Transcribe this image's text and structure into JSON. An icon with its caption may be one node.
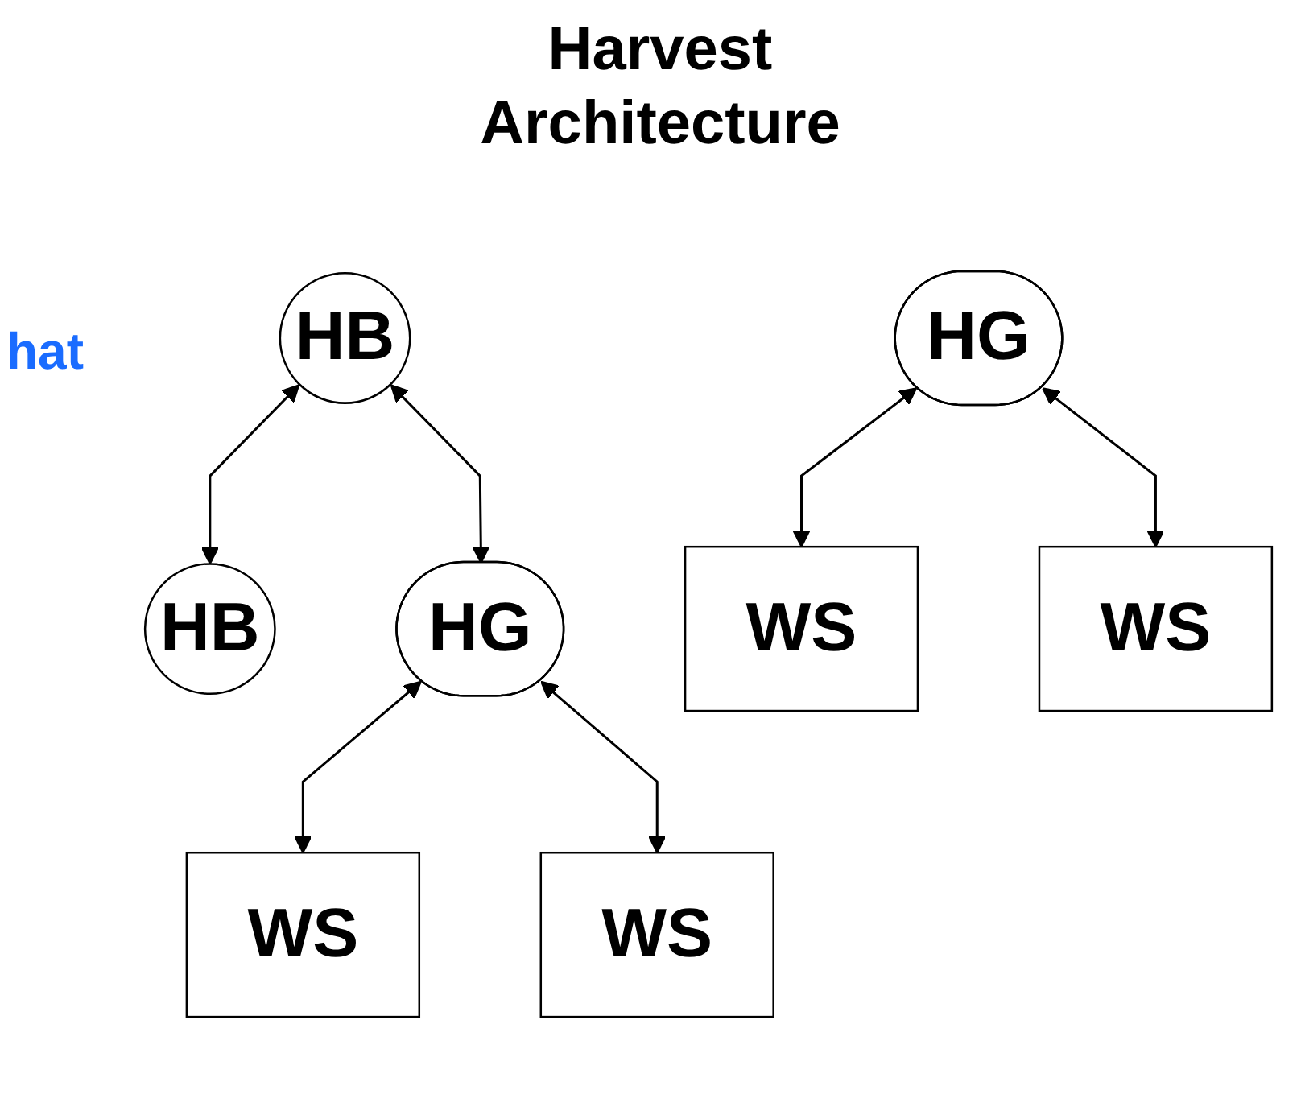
{
  "diagram": {
    "title": "Harvest Architecture",
    "nodes": [
      {
        "text": [
          "HB"
        ]
      },
      {
        "text": [
          "HB"
        ]
      },
      {
        "text": [
          "HG"
        ]
      },
      {
        "text": [
          "HG"
        ]
      },
      {
        "text": [
          "WS"
        ]
      },
      {
        "text": [
          "WS"
        ]
      },
      {
        "text": [
          "WS"
        ]
      },
      {
        "text": [
          "WS"
        ]
      }
    ],
    "edges": [
      {
        "from": 0,
        "to": 1,
        "arrow": "both"
      },
      {
        "from": 0,
        "to": 2,
        "arrow": "both"
      },
      {
        "from": 2,
        "to": 4,
        "arrow": "both"
      },
      {
        "from": 2,
        "to": 5,
        "arrow": "both"
      },
      {
        "from": 3,
        "to": 6,
        "arrow": "both"
      },
      {
        "from": 3,
        "to": 7,
        "arrow": "both"
      }
    ],
    "labels": [
      "hat"
    ]
  }
}
